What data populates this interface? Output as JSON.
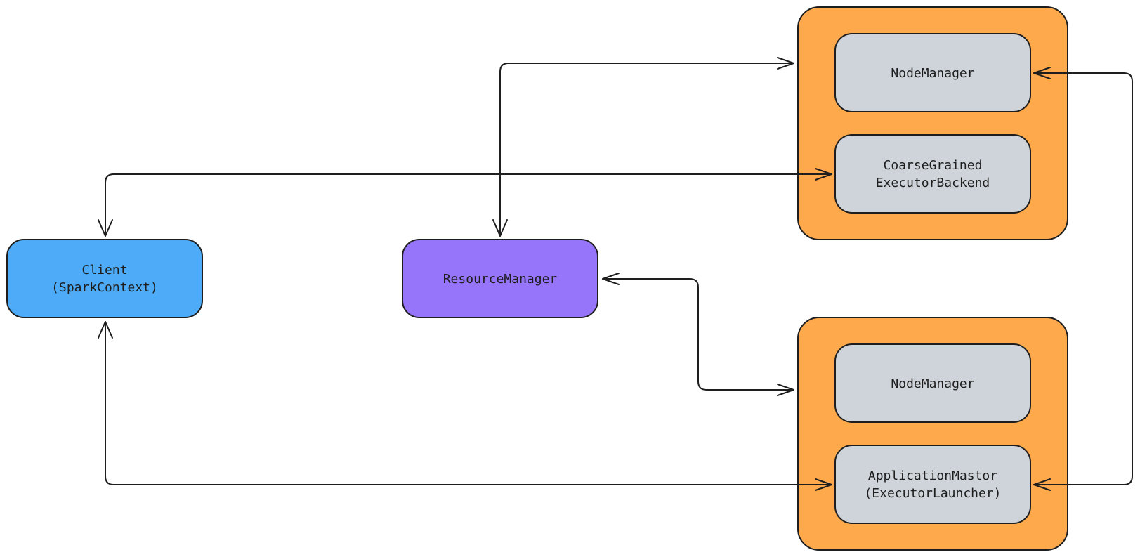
{
  "colors": {
    "client": "#4dabf7",
    "resource_manager": "#9775fa",
    "worker_node": "#ffa94d",
    "component": "#ced4da",
    "stroke": "#1e1e1e",
    "background": "#ffffff"
  },
  "nodes": {
    "client": {
      "line1": "Client",
      "line2": "(SparkContext)"
    },
    "resource_manager": {
      "line1": "ResourceManager"
    },
    "worker_top": {
      "node_manager": {
        "line1": "NodeManager"
      },
      "executor_backend": {
        "line1": "CoarseGrained",
        "line2": "ExecutorBackend"
      }
    },
    "worker_bottom": {
      "node_manager": {
        "line1": "NodeManager"
      },
      "application_master": {
        "line1": "ApplicationMastor",
        "line2": "(ExecutorLauncher)"
      }
    }
  },
  "edges": [
    {
      "from": "resource_manager",
      "to": "worker_top",
      "bidirectional": true
    },
    {
      "from": "client",
      "to": "executor_backend",
      "bidirectional": true
    },
    {
      "from": "resource_manager",
      "to": "worker_bottom",
      "bidirectional": true
    },
    {
      "from": "client",
      "to": "application_master",
      "bidirectional": true
    },
    {
      "from": "application_master",
      "to": "node_manager_top",
      "bidirectional": true
    }
  ]
}
